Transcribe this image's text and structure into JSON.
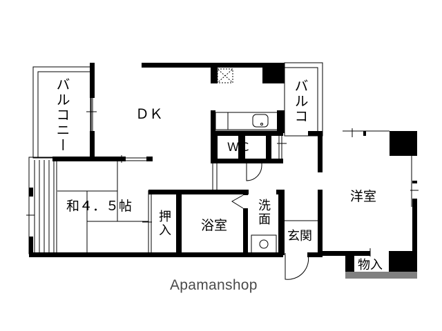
{
  "plan": {
    "type": "floor-plan",
    "rooms": {
      "balcony_left": "バルコニー",
      "dk": "ＤＫ",
      "balcony_right": "バルコ",
      "wc": "ＷＣ",
      "washitsu": "和４．５帖",
      "oshiire": "押入",
      "bath": "浴室",
      "washroom": "洗面",
      "entrance": "玄関",
      "western_room": "洋室",
      "storage": "物入"
    },
    "colors": {
      "wall": "#000000",
      "background": "#ffffff",
      "storage_shade": "#808080",
      "brand_text": "#4a4a4a"
    }
  },
  "brand": {
    "name": "Apamanshop"
  }
}
